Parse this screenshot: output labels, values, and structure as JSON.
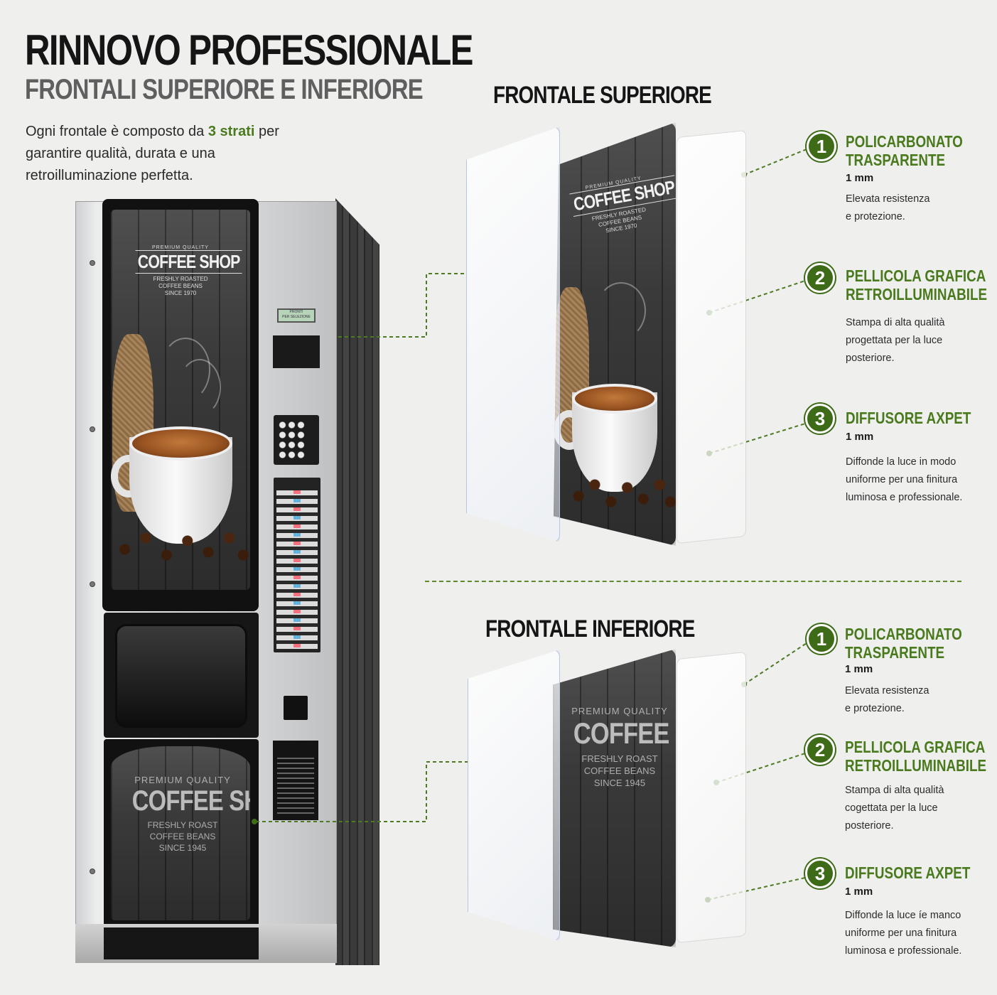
{
  "header": {
    "title": "RINNOVO PROFESSIONALE",
    "subtitle": "FRONTALI SUPERIORE E INFERIORE",
    "intro_before": "Ogni frontale è composto da ",
    "intro_highlight": "3 strati",
    "intro_after": " per garantire qualità, durata e una retroilluminazione perfetta."
  },
  "machine": {
    "logo_top": "PREMIUM QUALITY",
    "logo_main": "COFFEE SHOP",
    "logo_line1": "FRESHLY ROASTED",
    "logo_line2": "COFFEE BEANS",
    "logo_line3": "SINCE 1970",
    "display_line1": "PRONTI",
    "display_line2": "PER SELEZIONE",
    "bottom_logo_top": "PREMIUM QUALITY",
    "bottom_logo_main": "COFFEE SH",
    "bottom_logo_line1": "FRESHLY ROAST",
    "bottom_logo_line2": "COFFEE BEANS",
    "bottom_logo_line3": "SINCE 1945"
  },
  "upper": {
    "title": "FRONTALE SUPERIORE",
    "panel_logo_top": "PREMIUM QUALITY",
    "panel_logo_main": "COFFEE SHOP",
    "panel_logo_line1": "FRESHLY ROASTED",
    "panel_logo_line2": "COFFEE BEANS",
    "panel_logo_line3": "SINCE 1970",
    "layers": [
      {
        "num": "1",
        "title1": "POLICARBONATO",
        "title2": "TRASPARENTE",
        "mm": "1 mm",
        "desc1": "Elevata resistenza",
        "desc2": "e protezione.",
        "desc3": ""
      },
      {
        "num": "2",
        "title1": "PELLICOLA GRAFICA",
        "title2": "RETROILLUMINABILE",
        "mm": "",
        "desc1": "Stampa di alta qualità",
        "desc2": "progettata per la luce",
        "desc3": "posteriore."
      },
      {
        "num": "3",
        "title1": "DIFFUSORE AXPET",
        "title2": "",
        "mm": "1 mm",
        "desc1": "Diffonde la luce in modo",
        "desc2": "uniforme per una finitura",
        "desc3": "luminosa e professionale."
      }
    ]
  },
  "lower": {
    "title": "FRONTALE INFERIORE",
    "panel_logo_top": "PREMIUM QUALITY",
    "panel_logo_main": "COFFEE SH",
    "panel_logo_line1": "FRESHLY ROAST",
    "panel_logo_line2": "COFFEE BEANS",
    "panel_logo_line3": "SINCE 1945",
    "layers": [
      {
        "num": "1",
        "title1": "POLICARBONATO",
        "title2": "TRASPARENTE",
        "mm": "1 mm",
        "desc1": "Elevata resistenza",
        "desc2": "e protezione.",
        "desc3": ""
      },
      {
        "num": "2",
        "title1": "PELLICOLA GRAFICA",
        "title2": "RETROILLUMINABILE",
        "mm": "",
        "desc1": "Stampa di alta qualità",
        "desc2": "cogettata per la luce",
        "desc3": "posteriore."
      },
      {
        "num": "3",
        "title1": "DIFFUSORE AXPET",
        "title2": "",
        "mm": "1 mm",
        "desc1": "Diffonde la luce íe manco",
        "desc2": "uniforme per una finitura",
        "desc3": "luminosa e professionale."
      }
    ]
  },
  "colors": {
    "accent_green": "#3d6b17",
    "title_green": "#4a7a1e",
    "background": "#efefee"
  }
}
